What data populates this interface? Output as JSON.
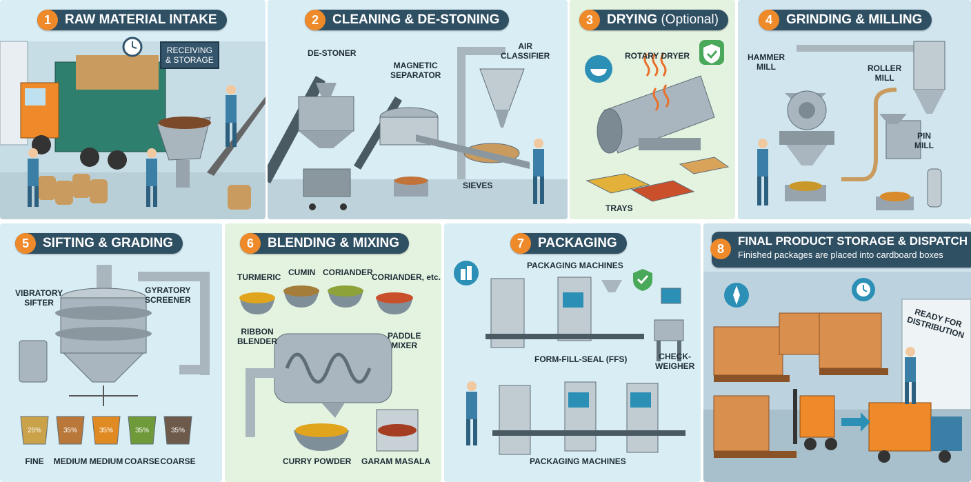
{
  "steps": [
    {
      "num": "1",
      "title": "RAW MATERIAL INTAKE",
      "labels": {
        "sign": "RECEIVING\n& STORAGE"
      }
    },
    {
      "num": "2",
      "title": "CLEANING & DE-STONING",
      "labels": {
        "destoner": "DE-STONER",
        "magnetic": "MAGNETIC\nSEPARATOR",
        "air": "AIR\nCLASSIFIER",
        "sieves": "SIEVES"
      }
    },
    {
      "num": "3",
      "title": "DRYING",
      "title_suffix": "(Optional)",
      "labels": {
        "rotary": "ROTARY DRYER",
        "trays": "TRAYS"
      }
    },
    {
      "num": "4",
      "title": "GRINDING & MILLING",
      "labels": {
        "hammer": "HAMMER\nMILL",
        "roller": "ROLLER\nMILL",
        "pin": "PIN\nMILL"
      }
    },
    {
      "num": "5",
      "title": "SIFTING & GRADING",
      "labels": {
        "vibratory": "VIBRATORY\nSIFTER",
        "gyratory": "GYRATORY\nSCREENER"
      },
      "bins": [
        {
          "pct": "25%",
          "grade": "FINE",
          "color": "#c9a24a"
        },
        {
          "pct": "35%",
          "grade": "MEDIUM",
          "color": "#b9773a"
        },
        {
          "pct": "35%",
          "grade": "MEDIUM",
          "color": "#e08a23"
        },
        {
          "pct": "35%",
          "grade": "COARSE",
          "color": "#6f9a3a"
        },
        {
          "pct": "35%",
          "grade": "COARSE",
          "color": "#6e5a4a"
        }
      ]
    },
    {
      "num": "6",
      "title": "BLENDING & MIXING",
      "labels": {
        "turmeric": "TURMERIC",
        "cumin": "CUMIN",
        "coriander": "CORIANDER",
        "coriander_etc": "CORIANDER, etc.",
        "ribbon": "RIBBON\nBLENDER",
        "paddle": "PADDLE\nMIXER",
        "curry": "CURRY POWDER",
        "garam": "GARAM MASALA"
      }
    },
    {
      "num": "7",
      "title": "PACKAGING",
      "labels": {
        "machines_top": "PACKAGING MACHINES",
        "ffs": "FORM-FILL-SEAL (FFS)",
        "checkweigher": "CHECK-\nWEIGHER",
        "machines_bottom": "PACKAGING MACHINES"
      }
    },
    {
      "num": "8",
      "title": "FINAL PRODUCT STORAGE & DISPATCH",
      "subtitle": "Finished packages are placed into cardboard boxes",
      "labels": {
        "ready": "READY FOR\nDISTRIBUTION"
      }
    }
  ],
  "colors": {
    "accent": "#ef8a2a",
    "header_bg": "#2f4f63",
    "panel_blue": "#dbeef5",
    "panel_green": "#e4f2e0",
    "steel": "#a9b6bf",
    "worker": "#3b7fa6"
  },
  "icons": [
    "clock-icon",
    "shield-check-icon",
    "bowl-icon",
    "bottles-icon",
    "compass-icon"
  ]
}
